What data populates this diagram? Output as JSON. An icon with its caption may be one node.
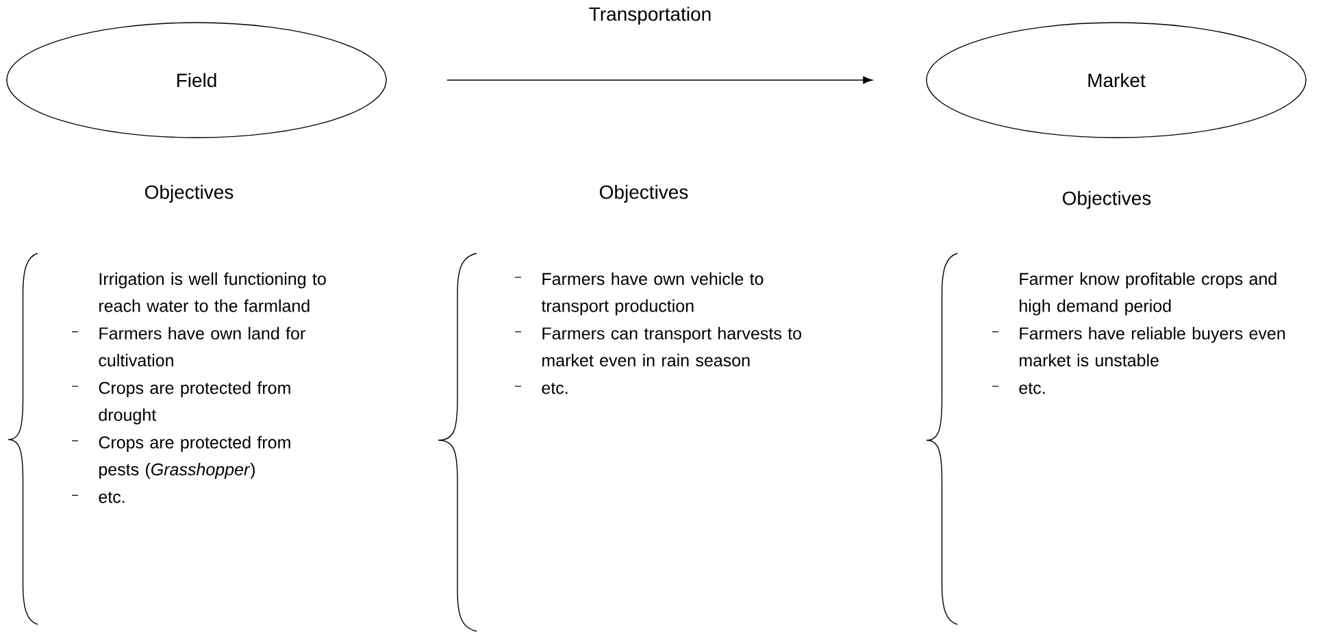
{
  "diagram": {
    "nodes": [
      {
        "text": [
          "Field"
        ]
      },
      {
        "text": [
          "Market"
        ]
      }
    ],
    "edges": [
      {
        "from": 0,
        "to": 1,
        "arrow": "to",
        "label": "Transportation"
      }
    ],
    "labels": [
      "Objectives",
      "Objectives",
      "Objectives",
      "Irrigation is well functioning to reach water to the farmland",
      "Farmers have own land for cultivation",
      "Crops are protected from drought",
      "Crops are protected from pests (*Grasshopper*)",
      "etc.",
      "Farmers have own vehicle to transport production",
      "Farmers can transport harvests to market even in rain season",
      "etc.",
      "Farmer know profitable crops and high demand period",
      "Farmers have reliable buyers even market is unstable",
      "etc."
    ]
  }
}
